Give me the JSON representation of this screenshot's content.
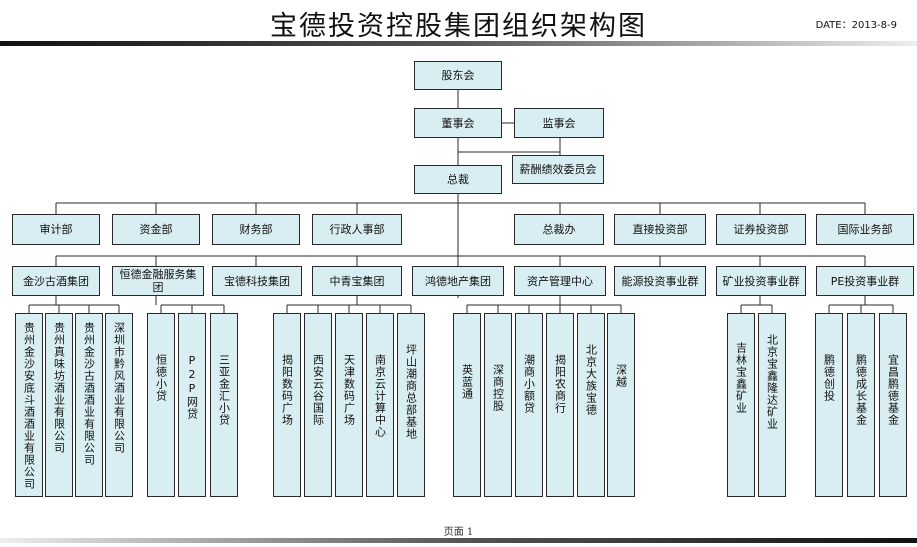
{
  "header": {
    "title": "宝德投资控股集团组织架构图",
    "date": "DATE：2013-8-9"
  },
  "footer": {
    "page": "页面 1"
  },
  "level1": {
    "shareholders": "股东会",
    "board": "董事会",
    "supervisors": "监事会",
    "compensation": "薪酬绩效委员会",
    "president": "总裁"
  },
  "departments": [
    "审计部",
    "资金部",
    "财务部",
    "行政人事部",
    "总裁办",
    "直接投资部",
    "证券投资部",
    "国际业务部"
  ],
  "groups": [
    {
      "name": "金沙古酒集团",
      "subs": [
        "贵州金沙安底斗酒酒业有限公司",
        "贵州真味坊酒业有限公司",
        "贵州金沙古酒酒业有限公司",
        "深圳市黔风酒业有限公司"
      ]
    },
    {
      "name": "恒德金融服务集团",
      "subs": [
        "恒德小贷",
        "P2P网贷",
        "三亚金汇小贷"
      ]
    },
    {
      "name": "宝德科技集团",
      "subs": []
    },
    {
      "name": "中青宝集团",
      "subs": [
        "揭阳数码广场",
        "西安云谷国际",
        "天津数码广场",
        "南京云计算中心"
      ]
    },
    {
      "name": "鸿德地产集团",
      "subs": [
        "坪山潮商总部基地"
      ]
    },
    {
      "name": "资产管理中心",
      "subs": [
        "英蓝通",
        "深商控股",
        "潮商小额贷",
        "揭阳农商行",
        "北京大族宝德",
        "深越"
      ]
    },
    {
      "name": "能源投资事业群",
      "subs": []
    },
    {
      "name": "矿业投资事业群",
      "subs": [
        "吉林宝鑫矿业",
        "北京宝鑫隆达矿业"
      ]
    },
    {
      "name": "PE投资事业群",
      "subs": [
        "鹏德创投",
        "鹏德成长基金",
        "宜昌鹏德基金"
      ]
    }
  ]
}
